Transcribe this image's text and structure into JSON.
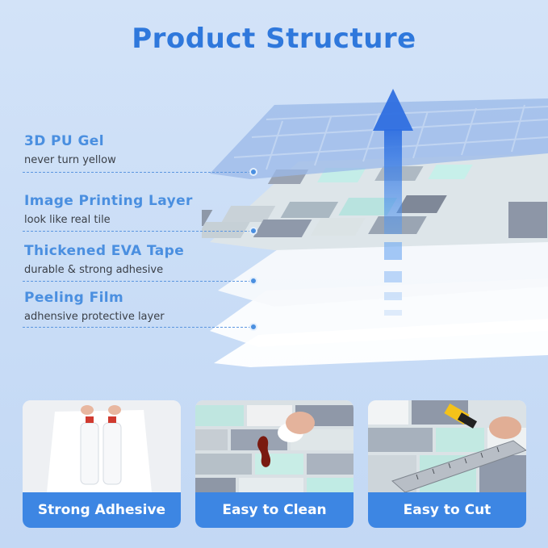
{
  "title": "Product Structure",
  "layers": [
    {
      "name": "3D PU Gel",
      "description": "never turn yellow"
    },
    {
      "name": "Image Printing Layer",
      "description": "look like real tile"
    },
    {
      "name": "Thickened EVA Tape",
      "description": "durable & strong adhesive"
    },
    {
      "name": "Peeling Film",
      "description": "adhensive protective layer"
    }
  ],
  "features": [
    {
      "label": "Strong Adhesive",
      "icon": "bottles-hanging-photo"
    },
    {
      "label": "Easy to Clean",
      "icon": "wiping-stain-photo"
    },
    {
      "label": "Easy to Cut",
      "icon": "cutter-ruler-photo"
    }
  ],
  "colors": {
    "accent": "#2f78dc",
    "label_blue": "#4a8fe0",
    "button_blue": "#3d86e3",
    "background": "#cfe0f7"
  }
}
